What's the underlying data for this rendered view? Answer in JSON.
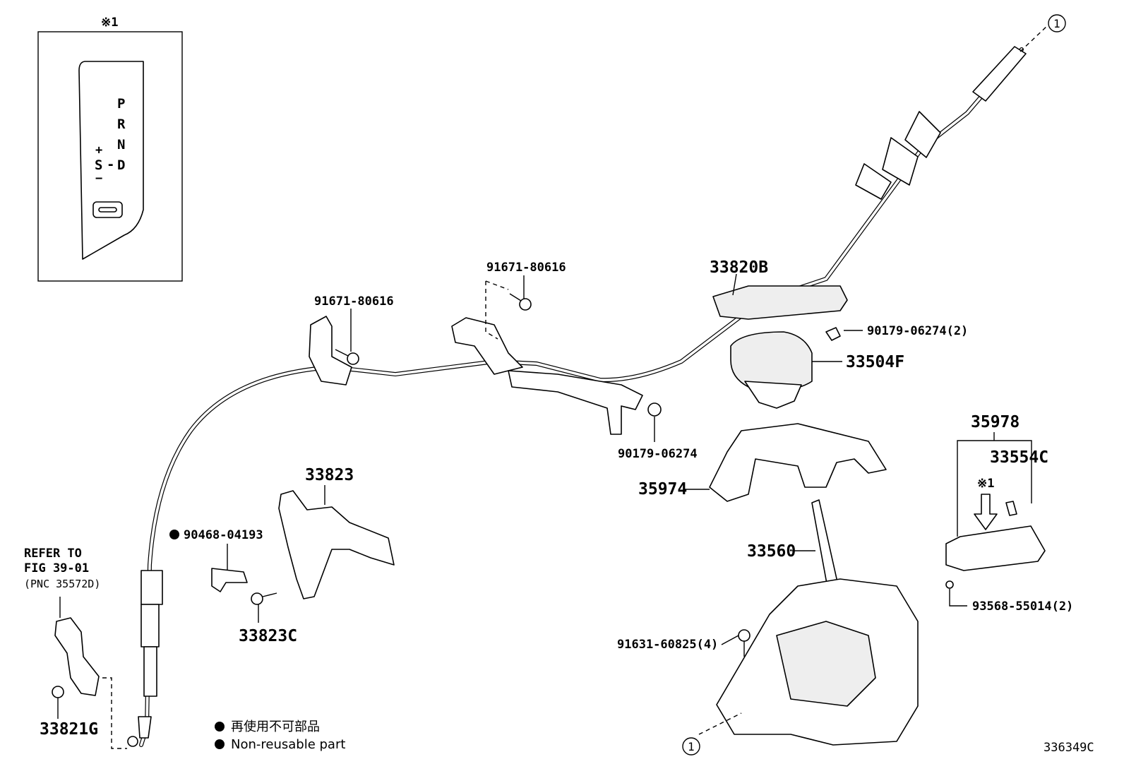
{
  "inset": {
    "marker": "※1",
    "gear_letters": [
      "P",
      "R",
      "N",
      "D"
    ],
    "plus": "+",
    "s": "S",
    "dash": "-",
    "minus": "−"
  },
  "circle_marker": "1",
  "parts": {
    "p33820B": "33820B",
    "p91671_a": "91671-80616",
    "p91671_b": "91671-80616",
    "p90179_2": "90179-06274(2)",
    "p33504F": "33504F",
    "p90179": "90179-06274",
    "p35978": "35978",
    "p33554C": "33554C",
    "p35974": "35974",
    "p33823": "33823",
    "p90468": "90468-04193",
    "p33823C": "33823C",
    "p33560": "33560",
    "p93568": "93568-55014(2)",
    "p91631": "91631-60825(4)",
    "p33821G": "33821G",
    "inset_marker_35978": "※1"
  },
  "refer": {
    "line1": "REFER TO",
    "line2": "FIG 39-01",
    "line3": "(PNC 35572D)"
  },
  "legend": {
    "jp": "再使用不可部品",
    "en": "Non-reusable part"
  },
  "figure_code": "336349C"
}
